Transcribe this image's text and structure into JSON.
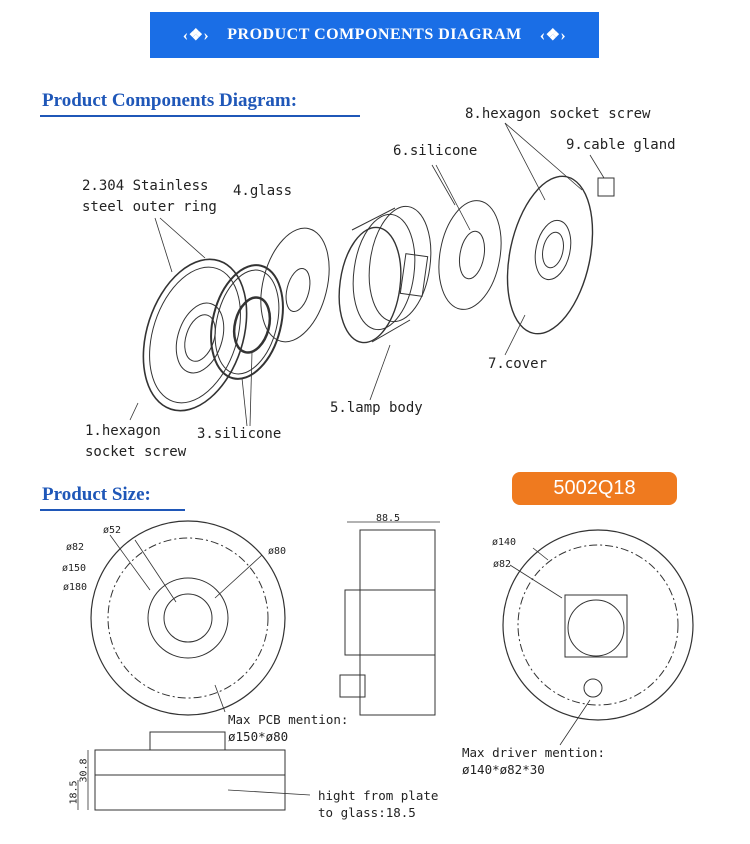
{
  "banner": {
    "title": "PRODUCT COMPONENTS DIAGRAM",
    "ornament_left": "‹❖›",
    "ornament_right": "‹❖›"
  },
  "components_heading": "Product Components Diagram:",
  "size_heading": "Product Size:",
  "model": "5002Q18",
  "components": [
    {
      "label": "1.hexagon\nsocket screw"
    },
    {
      "label": "2.304 Stainless\nsteel outer ring"
    },
    {
      "label": "3.silicone"
    },
    {
      "label": "4.glass"
    },
    {
      "label": "5.lamp body"
    },
    {
      "label": "6.silicone"
    },
    {
      "label": "7.cover"
    },
    {
      "label": "8.hexagon socket screw"
    },
    {
      "label": "9.cable gland"
    }
  ],
  "dims": {
    "d52": "ø52",
    "d82": "ø82",
    "d80": "ø80",
    "d150": "ø150",
    "d180": "ø180",
    "pcb": "Max PCB mention:\nø150*ø80",
    "w885": "88.5",
    "d140": "ø140",
    "d82b": "ø82",
    "driver": "Max driver mention:\nø140*ø82*30",
    "h308": "30.8",
    "h185": "18.5",
    "plate": "hight from plate\nto glass:18.5"
  },
  "colors": {
    "banner": "#1a6ee6",
    "heading": "#1f57b8",
    "model_badge": "#ef7a1f"
  }
}
